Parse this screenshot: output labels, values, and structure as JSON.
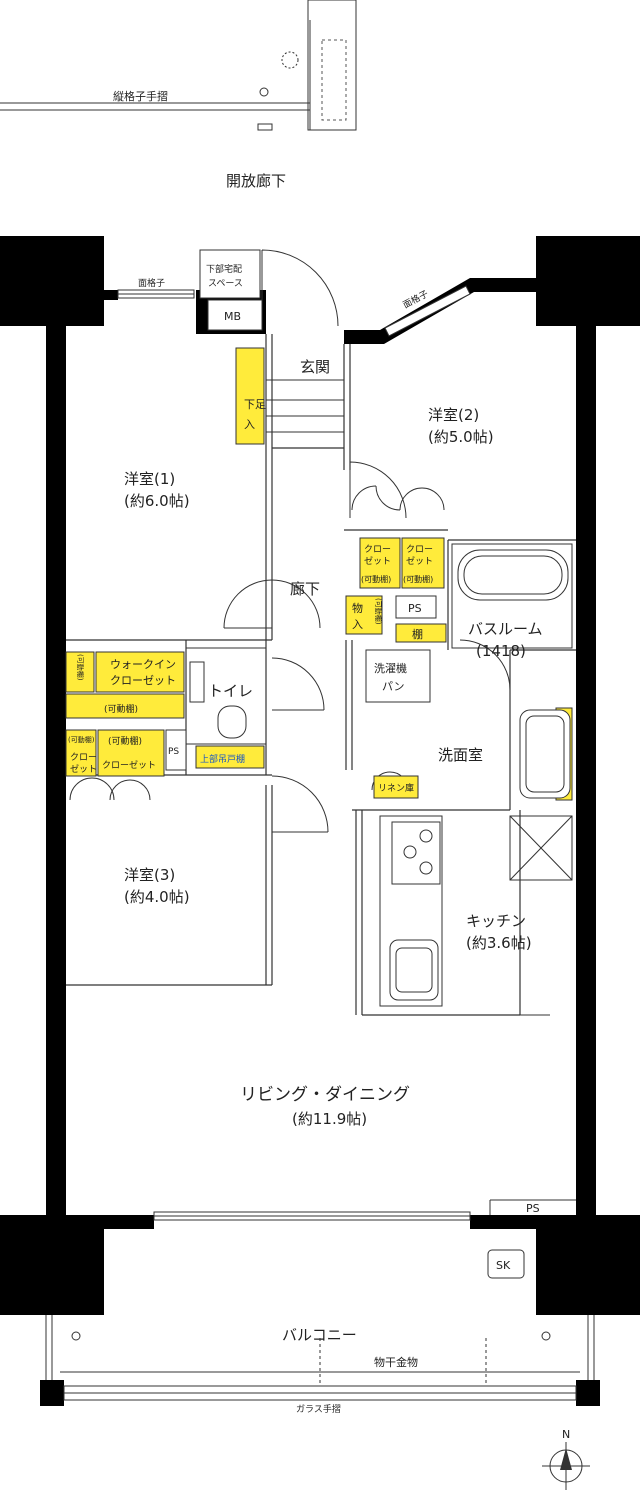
{
  "labels": {
    "tategoshi": "縦格子手摺",
    "corridor": "開放廊下",
    "menkoshi_left": "面格子",
    "menkoshi_right": "面格子",
    "delivery_1": "下部宅配",
    "delivery_2": "スペース",
    "mb": "MB",
    "genkan": "玄関",
    "shitaashi_1": "下足",
    "shitaashi_2": "入",
    "yoshitsu2_name": "洋室(2)",
    "yoshitsu2_size": "(約5.0帖)",
    "yoshitsu1_name": "洋室(1)",
    "yoshitsu1_size": "(約6.0帖)",
    "closet_a_1": "クロー",
    "closet_a_2": "ゼット",
    "closet_a_3": "(可動棚)",
    "closet_b_1": "クロー",
    "closet_b_2": "ゼット",
    "closet_b_3": "(可動棚)",
    "rouka": "廊下",
    "monoire_1": "物",
    "monoire_2": "入",
    "monoire_3": "(可動棚)",
    "ps_1": "PS",
    "tana": "棚",
    "bathroom_name": "バスルーム",
    "bathroom_size": "(1418)",
    "walkin_small": "(可動棚)",
    "walkin_1": "ウォークイン",
    "walkin_2": "クローゼット",
    "walkin_3": "(可動棚)",
    "toilet": "トイレ",
    "washer_1": "洗濯機",
    "washer_2": "パン",
    "kadou_small": "(可動棚)",
    "kadou_2": "(可動棚)",
    "closet_c_1": "クロー",
    "closet_c_2": "ゼット",
    "closet_d": "クローゼット",
    "ps_2": "PS",
    "jobu_tsuri": "上部吊戸棚",
    "senmenshitsu": "洗面室",
    "linen": "リネン庫",
    "yoshitsu3_name": "洋室(3)",
    "yoshitsu3_size": "(約4.0帖)",
    "kitchen_name": "キッチン",
    "kitchen_size": "(約3.6帖)",
    "ld_name": "リビング・ダイニング",
    "ld_size": "(約11.9帖)",
    "ps_3": "PS",
    "sk": "SK",
    "balcony": "バルコニー",
    "monohoshi": "物干金物",
    "glass_tesuri": "ガラス手摺",
    "north": "N"
  }
}
